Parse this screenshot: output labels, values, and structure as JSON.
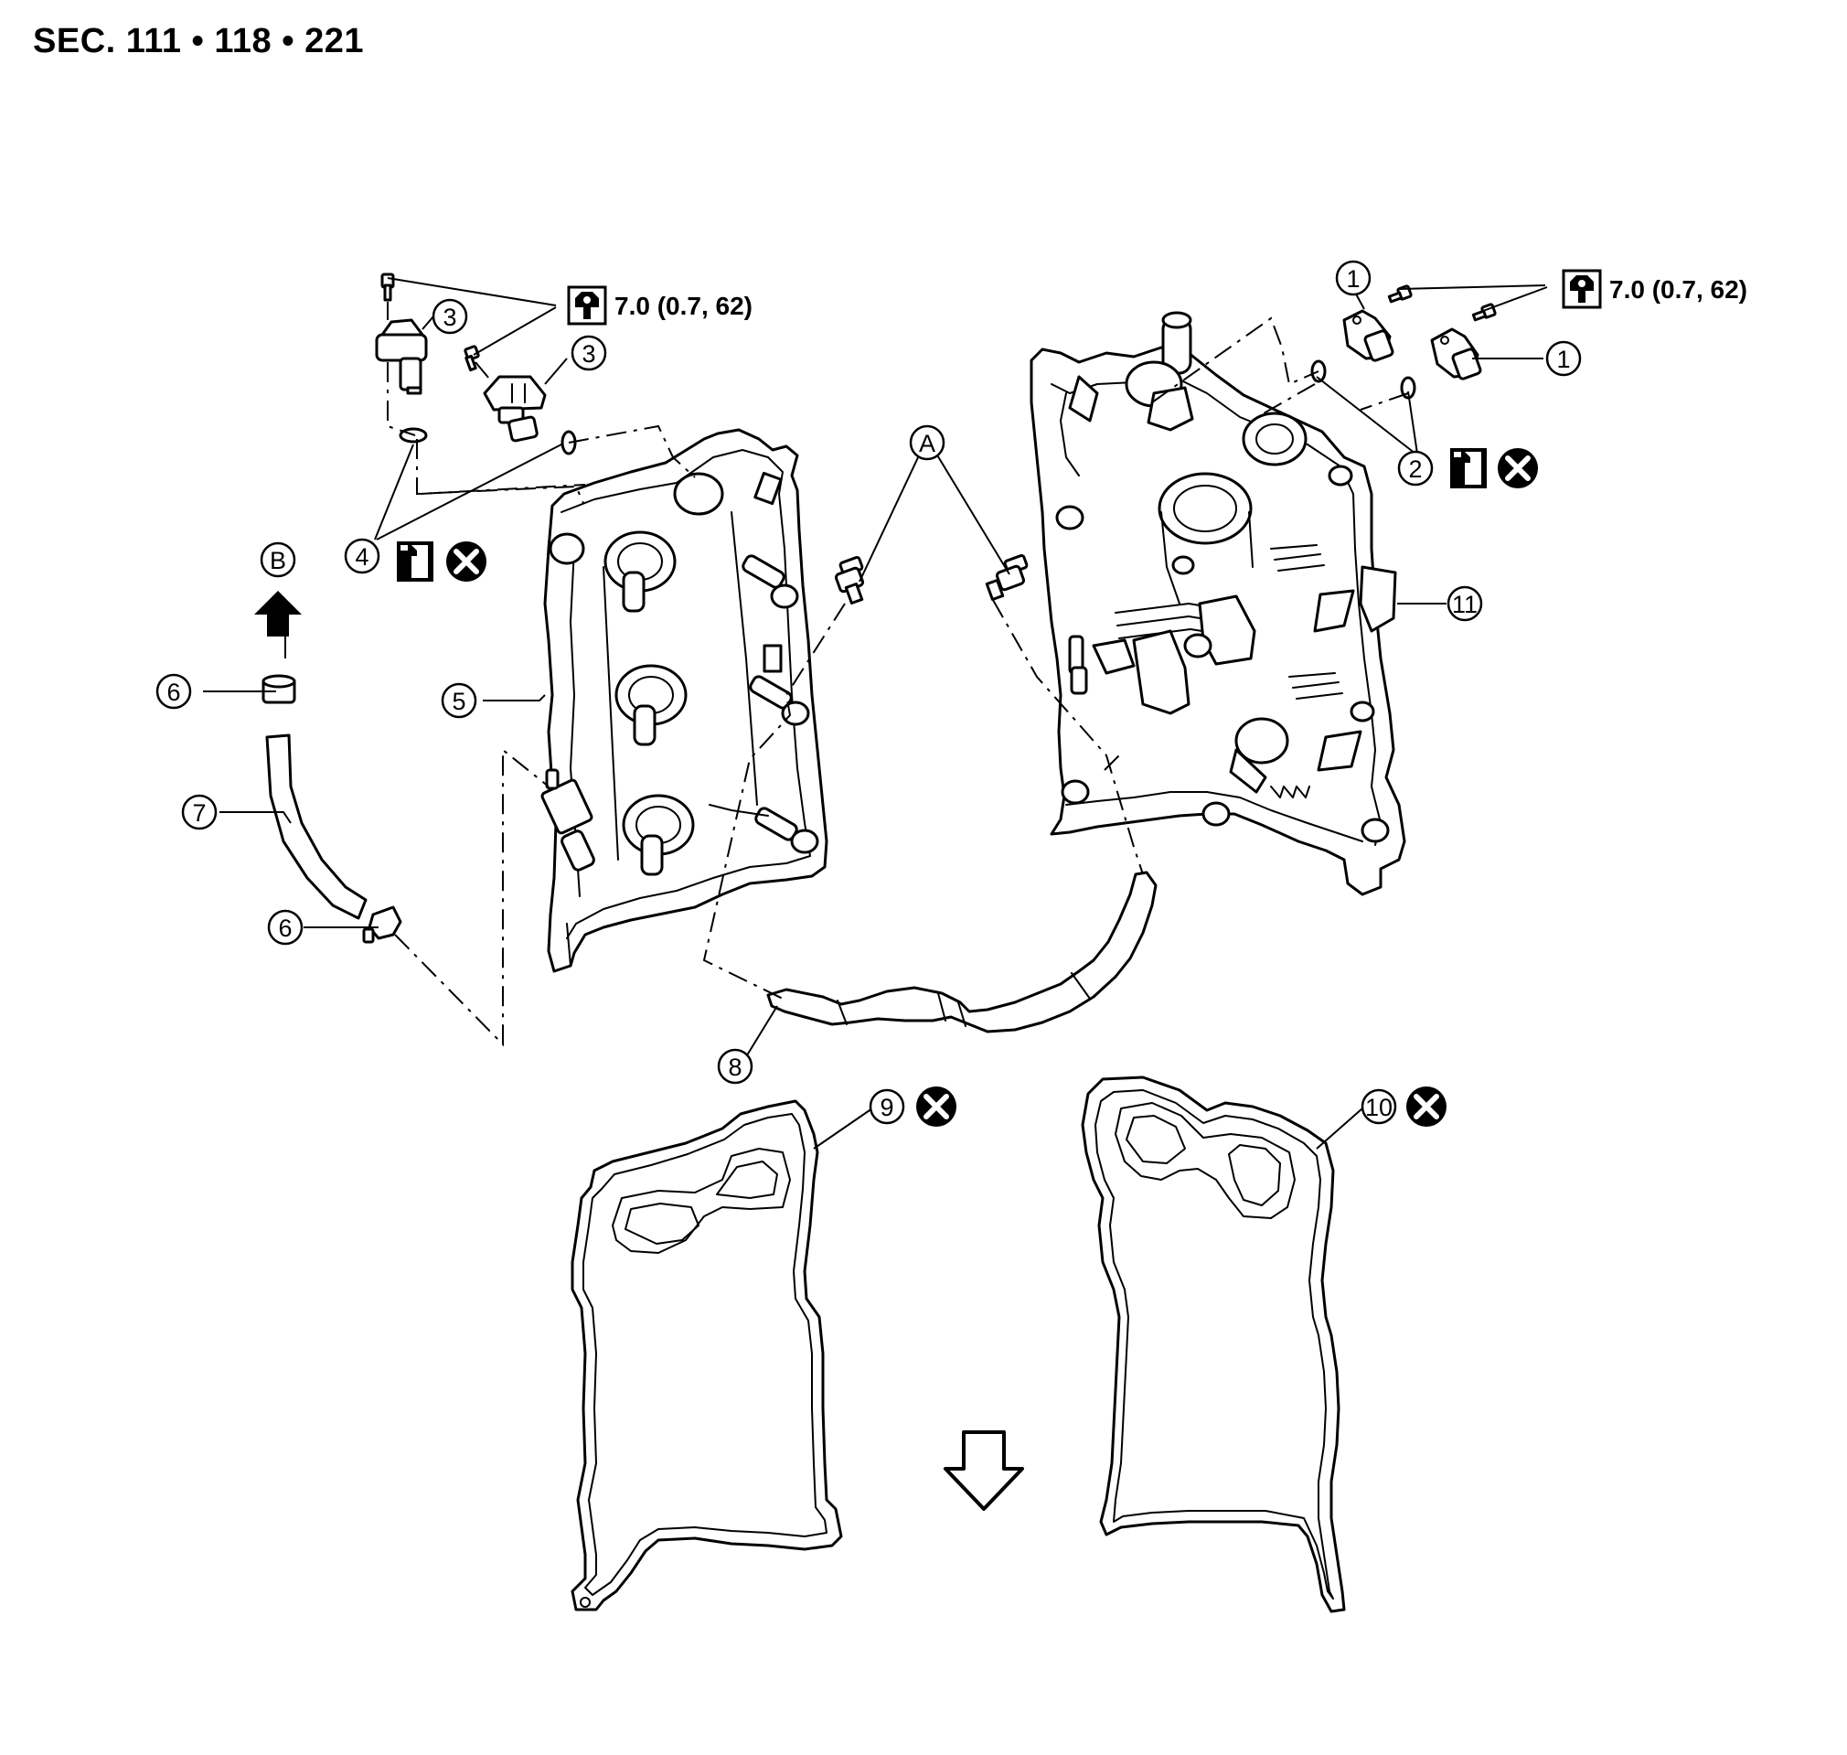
{
  "section_title": "SEC. 111 • 118 • 221",
  "torque_spec": "7.0 (0.7, 62)",
  "callouts": {
    "c1": "1",
    "c2": "2",
    "c3": "3",
    "c4": "4",
    "c5": "5",
    "c6": "6",
    "c7": "7",
    "c8": "8",
    "c9": "9",
    "c10": "10",
    "c11": "11",
    "cA": "A",
    "cB": "B"
  },
  "icons": {
    "torque": "wrench-torque-icon",
    "sealant": "sealant-tube-icon",
    "do_not_reuse": "do-not-reuse-x-icon",
    "arrow_up": "arrow-up-icon",
    "arrow_down": "front-arrow-down-icon"
  }
}
